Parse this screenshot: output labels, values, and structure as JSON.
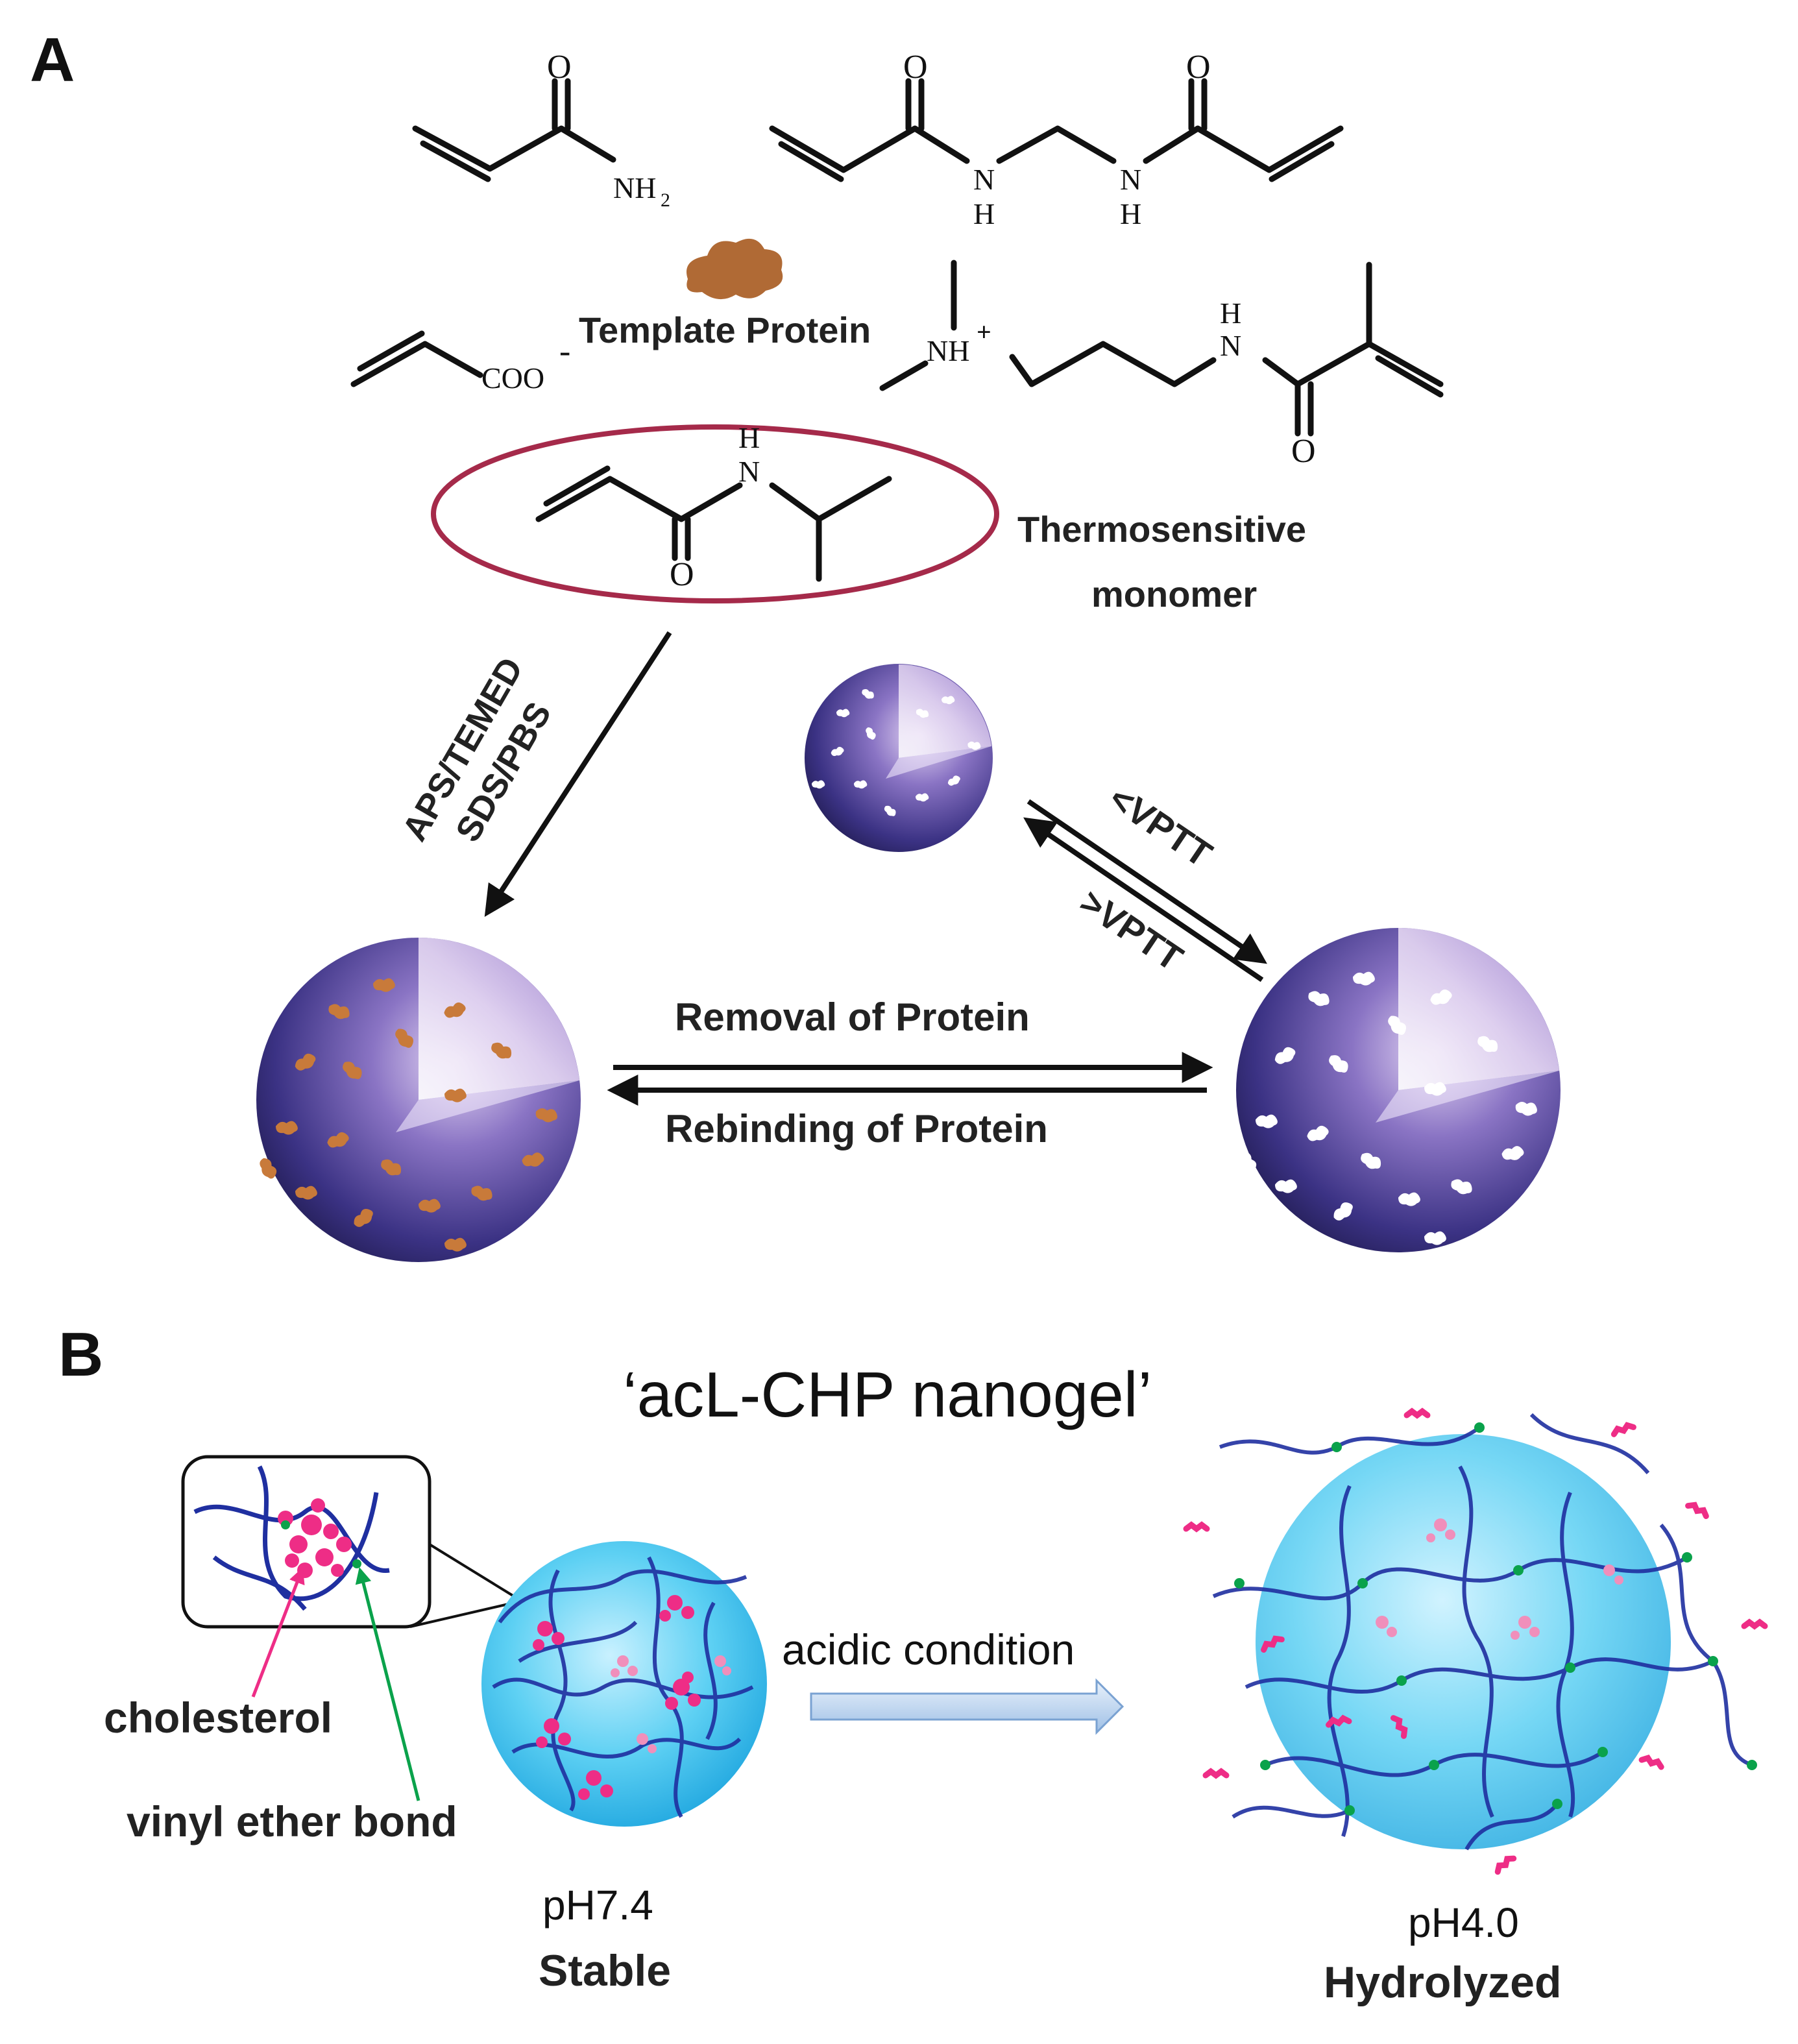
{
  "panel_a": {
    "letter": "A",
    "atoms": {
      "O": "O",
      "NH2": "NH",
      "sub2": "2",
      "N": "N",
      "H": "H",
      "COO": "COO",
      "minus": "-",
      "NH_plus": "NH",
      "plus": "+"
    },
    "template_protein": "Template Protein",
    "thermosensitive_line1": "Thermosensitive",
    "thermosensitive_line2": "monomer",
    "reagents_line1": "APS/TEMED",
    "reagents_line2": "SDS/PBS",
    "below_vptt": "<VPTT",
    "above_vptt": ">VPTT",
    "removal": "Removal of  Protein",
    "rebinding": "Rebinding of Protein",
    "colors": {
      "template_protein": "#b06a35",
      "thermosensitive": "#a52a4a",
      "sphere_dark": "#2a2560",
      "sphere_light": "#d9c8ef",
      "protein": "#c87a3a"
    }
  },
  "panel_b": {
    "letter": "B",
    "title": "‘acL-CHP nanogel’",
    "acidic": "acidic condition",
    "cholesterol": "cholesterol",
    "vinyl": "vinyl ether bond",
    "ph_left": "pH7.4",
    "state_left": "Stable",
    "ph_right": "pH4.0",
    "state_right": "Hydrolyzed",
    "colors": {
      "cholesterol": "#ee2d86",
      "vinyl": "#0aa24b",
      "stable": "#1f2a9a",
      "hydrolyzed": "#e52020",
      "gel": "#4fc8ee",
      "chain": "#1f2fa0"
    }
  }
}
